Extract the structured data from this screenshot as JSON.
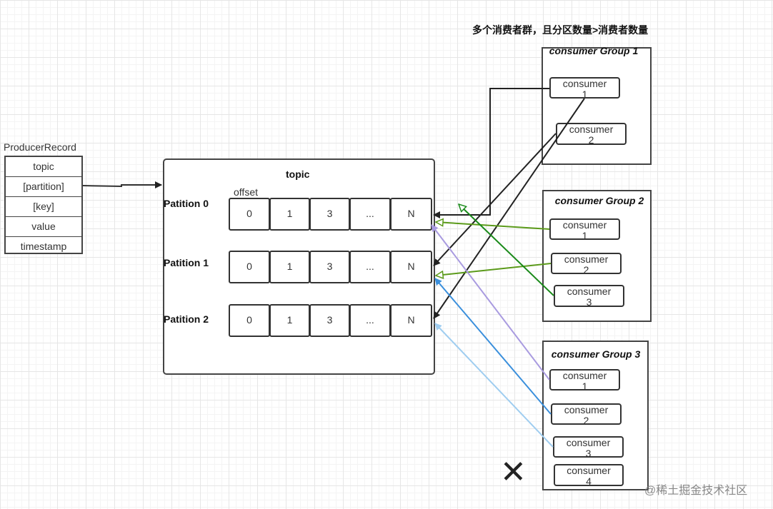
{
  "title": "多个消费者群，且分区数量>消费者数量",
  "producer_record": {
    "title": "ProducerRecord",
    "fields": [
      "topic",
      "[partition]",
      "[key]",
      "value",
      "timestamp"
    ]
  },
  "topic": {
    "title": "topic",
    "offset_label": "offset",
    "partitions": [
      {
        "label": "Patition 0",
        "cells": [
          "0",
          "1",
          "3",
          "...",
          "N"
        ]
      },
      {
        "label": "Patition 1",
        "cells": [
          "0",
          "1",
          "3",
          "...",
          "N"
        ]
      },
      {
        "label": "Patition 2",
        "cells": [
          "0",
          "1",
          "3",
          "...",
          "N"
        ]
      }
    ]
  },
  "groups": [
    {
      "title": "consumer Group 1",
      "consumers": [
        {
          "l1": "consumer",
          "l2": "1"
        },
        {
          "l1": "consumer",
          "l2": "2"
        }
      ]
    },
    {
      "title": "consumer Group 2",
      "consumers": [
        {
          "l1": "consumer",
          "l2": "1"
        },
        {
          "l1": "consumer",
          "l2": "2"
        },
        {
          "l1": "consumer",
          "l2": "3"
        }
      ]
    },
    {
      "title": "consumer Group 3",
      "consumers": [
        {
          "l1": "consumer",
          "l2": "1"
        },
        {
          "l1": "consumer",
          "l2": "2"
        },
        {
          "l1": "consumer",
          "l2": "3"
        },
        {
          "l1": "consumer",
          "l2": "4"
        }
      ]
    }
  ],
  "cross_mark": "✕",
  "watermark": "@稀土掘金技术社区",
  "colors": {
    "group1_arrows": "#222222",
    "group2_arrows": "#5b9a1a",
    "group2_consumer3_arrow": "#1a8a1a",
    "group3_consumer1_arrow": "#a99be0",
    "group3_consumer2_arrow": "#3a8fdc",
    "group3_consumer3_arrow": "#9fcdf0"
  }
}
